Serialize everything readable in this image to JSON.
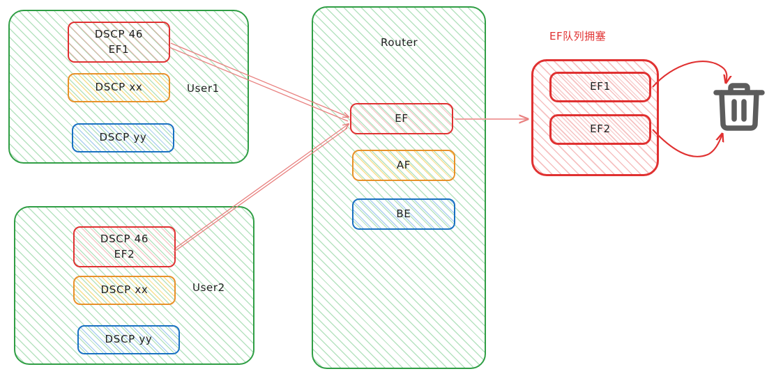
{
  "diagram": {
    "title_cn": "EF队列拥塞",
    "colors": {
      "green": "#2f9e44",
      "red": "#e03131",
      "orange": "#e8912a",
      "blue": "#1971c2",
      "gray": "#5c5c5c",
      "arrow_pink": "#e8807f",
      "text": "#1e1e1e"
    },
    "users": [
      {
        "name": "User1",
        "packets": [
          {
            "id": "ef",
            "line1": "DSCP 46",
            "line2": "EF1",
            "color": "red"
          },
          {
            "id": "af",
            "line1": "DSCP xx",
            "line2": "",
            "color": "orange"
          },
          {
            "id": "be",
            "line1": "DSCP yy",
            "line2": "",
            "color": "blue"
          }
        ]
      },
      {
        "name": "User2",
        "packets": [
          {
            "id": "ef",
            "line1": "DSCP 46",
            "line2": "EF2",
            "color": "red"
          },
          {
            "id": "af",
            "line1": "DSCP xx",
            "line2": "",
            "color": "orange"
          },
          {
            "id": "be",
            "line1": "DSCP yy",
            "line2": "",
            "color": "blue"
          }
        ]
      }
    ],
    "router": {
      "label": "Router",
      "queues": [
        {
          "label": "EF",
          "color": "red"
        },
        {
          "label": "AF",
          "color": "orange"
        },
        {
          "label": "BE",
          "color": "blue"
        }
      ]
    },
    "congestion": {
      "label": "EF队列拥塞",
      "queued": [
        {
          "label": "EF1"
        },
        {
          "label": "EF2"
        }
      ],
      "drop_target": "trash-can"
    }
  }
}
